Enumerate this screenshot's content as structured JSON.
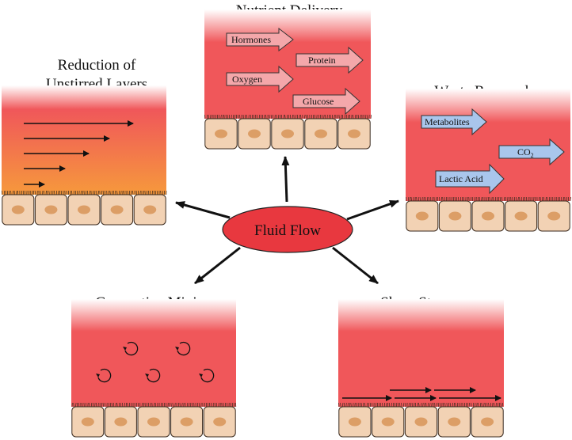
{
  "center": {
    "label": "Fluid Flow"
  },
  "panels": {
    "unstirred": {
      "title_lines": [
        "Reduction of",
        "Unstirred Layers"
      ]
    },
    "nutrient": {
      "title": "Nutrient Delivery",
      "arrows": [
        "Hormones",
        "Protein",
        "Oxygen",
        "Glucose"
      ]
    },
    "waste": {
      "title": "Waste Removal",
      "arrows": [
        "Metabolites",
        "CO",
        "Lactic Acid"
      ],
      "co2_subscript": "2"
    },
    "mixing": {
      "title": "Convective Mixing"
    },
    "shear": {
      "title": "Shear Stress"
    }
  },
  "colors": {
    "medium_red": "#f0575a",
    "gradient_orange": "#f6993c",
    "cell_fill": "#f2d2b4",
    "cell_stroke": "#3a2a1e",
    "nucleus": "#dc9e66",
    "nutrient_arrow_fill": "#f4a7aa",
    "waste_arrow_fill": "#a9c6ec",
    "ellipse_fill": "#e8383f"
  }
}
